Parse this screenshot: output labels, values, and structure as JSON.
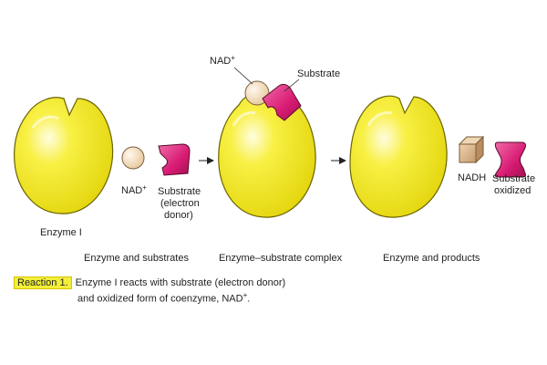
{
  "labels": {
    "enzyme": "Enzyme I",
    "nad": "NAD",
    "nad_sup": "+",
    "substrate_free": [
      "Substrate",
      "(electron",
      "donor)"
    ],
    "substrate_bound": "Substrate",
    "nadh": "NADH",
    "substrate_oxidized": [
      "Substrate",
      "oxidized"
    ]
  },
  "sections": {
    "left": "Enzyme and substrates",
    "middle": "Enzyme–substrate complex",
    "right": "Enzyme and products"
  },
  "caption": {
    "tag": "Reaction 1.",
    "line1": "Enzyme I reacts with substrate (electron donor)",
    "line2_prefix": "and oxidized form of coenzyme, NAD",
    "line2_sup": "+",
    "line2_end": "."
  },
  "colors": {
    "enzyme": "#f4ec16",
    "enzyme_edge": "#6a6400",
    "substrate": "#d81b74",
    "nad": "#f3d9b3",
    "nadh": "#d9b58c",
    "tag_highlight": "#f2ef3a"
  }
}
